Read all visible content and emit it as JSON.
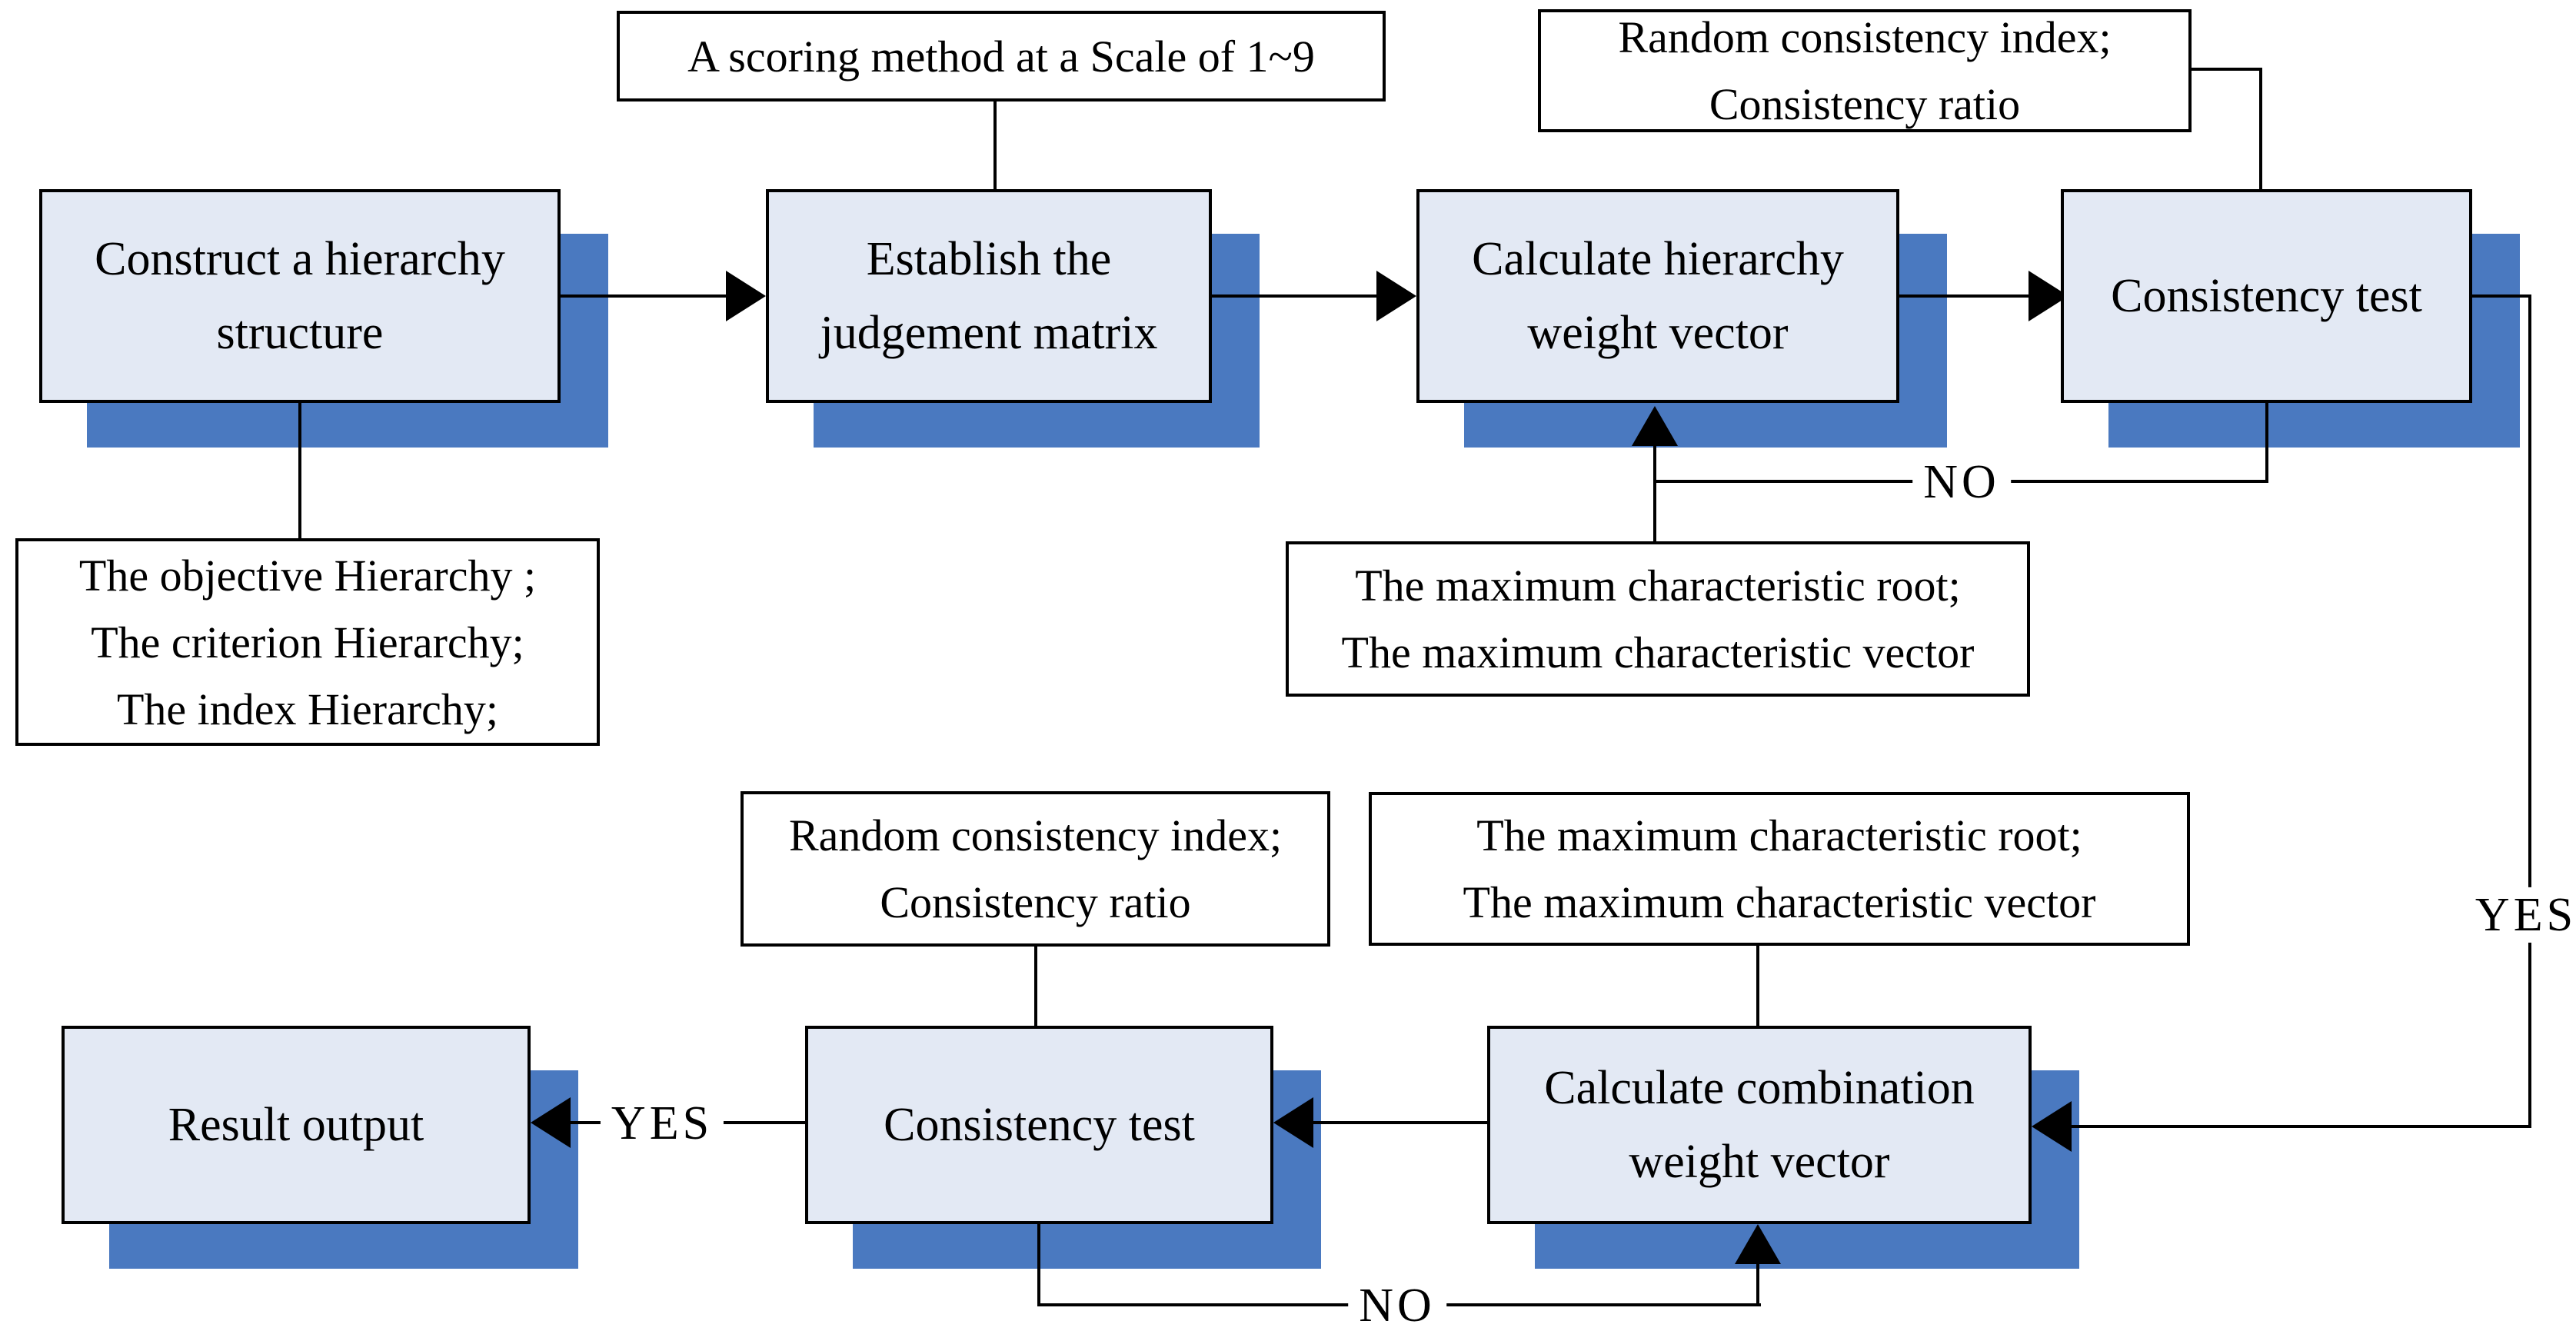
{
  "diagram": {
    "colors": {
      "process_fill": "#e3e9f4",
      "process_border": "#000000",
      "shadow": "#4a79c0",
      "annotation_fill": "#ffffff",
      "line": "#000000",
      "background": "#ffffff"
    },
    "process_boxes": [
      {
        "id": "construct-hierarchy",
        "lines": [
          "Construct a hierarchy",
          "structure"
        ]
      },
      {
        "id": "establish-judgement-matrix",
        "lines": [
          "Establish the",
          "judgement matrix"
        ]
      },
      {
        "id": "calculate-hierarchy-weight-vector",
        "lines": [
          "Calculate hierarchy",
          "weight vector"
        ]
      },
      {
        "id": "consistency-test-top",
        "lines": [
          "Consistency test"
        ]
      },
      {
        "id": "result-output",
        "lines": [
          "Result output"
        ]
      },
      {
        "id": "consistency-test-bottom",
        "lines": [
          "Consistency test"
        ]
      },
      {
        "id": "calculate-combination-weight-vector",
        "lines": [
          "Calculate combination",
          "weight vector"
        ]
      }
    ],
    "annotations": [
      {
        "id": "scoring-method",
        "lines": [
          "A scoring method at a Scale of 1~9"
        ]
      },
      {
        "id": "random-consistency-top",
        "lines": [
          "Random consistency index;",
          "Consistency ratio"
        ]
      },
      {
        "id": "hierarchy-levels",
        "lines": [
          "The objective Hierarchy ;",
          "The criterion Hierarchy;",
          "The index Hierarchy;"
        ]
      },
      {
        "id": "max-characteristic-top",
        "lines": [
          "The maximum characteristic root;",
          "The maximum characteristic vector"
        ]
      },
      {
        "id": "random-consistency-bottom",
        "lines": [
          "Random consistency index;",
          "Consistency ratio"
        ]
      },
      {
        "id": "max-characteristic-bottom",
        "lines": [
          "The maximum characteristic root;",
          "The maximum characteristic vector"
        ]
      }
    ],
    "edge_labels": {
      "no_top": "NO",
      "yes_right": "YES",
      "yes_bottom": "YES",
      "no_bottom": "NO"
    }
  }
}
